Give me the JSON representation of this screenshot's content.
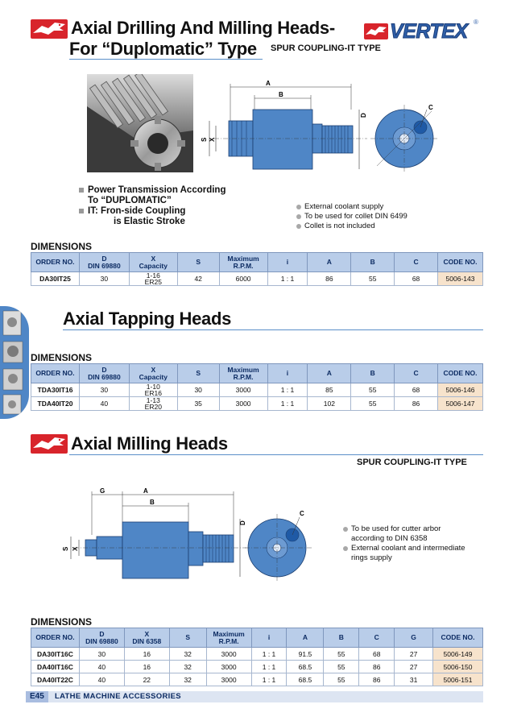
{
  "brand": {
    "name": "VERTEX",
    "registered": "®"
  },
  "section1": {
    "title_line1": "Axial Drilling And Milling Heads-",
    "title_line2": "For “Duplomatic” Type",
    "subtitle": "SPUR COUPLING-IT TYPE",
    "dim_labels": [
      "A",
      "B",
      "D",
      "S",
      "X",
      "C"
    ],
    "features": [
      "Power Transmission According",
      "To “DUPLOMATIC”",
      "IT: Fron-side Coupling",
      "is Elastic Stroke"
    ],
    "notes": [
      "External coolant supply",
      "To be used for collet DIN 6499",
      "Collet is not included"
    ],
    "table_title": "DIMENSIONS",
    "headers": [
      [
        "ORDER NO."
      ],
      [
        "D",
        "DIN 69880"
      ],
      [
        "X",
        "Capacity"
      ],
      [
        "S"
      ],
      [
        "Maximum",
        "R.P.M."
      ],
      [
        "i"
      ],
      [
        "A"
      ],
      [
        "B"
      ],
      [
        "C"
      ],
      [
        "CODE NO."
      ]
    ],
    "rows": [
      [
        "DA30IT25",
        "30",
        "1-16|ER25",
        "42",
        "6000",
        "1 : 1",
        "86",
        "55",
        "68",
        "5006-143"
      ]
    ]
  },
  "section2": {
    "title": "Axial Tapping Heads",
    "table_title": "DIMENSIONS",
    "headers": [
      [
        "ORDER NO."
      ],
      [
        "D",
        "DIN 69880"
      ],
      [
        "X",
        "Capacity"
      ],
      [
        "S"
      ],
      [
        "Maximum",
        "R.P.M."
      ],
      [
        "i"
      ],
      [
        "A"
      ],
      [
        "B"
      ],
      [
        "C"
      ],
      [
        "CODE NO."
      ]
    ],
    "rows": [
      [
        "TDA30IT16",
        "30",
        "1-10|ER16",
        "30",
        "3000",
        "1 : 1",
        "85",
        "55",
        "68",
        "5006-146"
      ],
      [
        "TDA40IT20",
        "40",
        "1-13|ER20",
        "35",
        "3000",
        "1 : 1",
        "102",
        "55",
        "86",
        "5006-147"
      ]
    ]
  },
  "section3": {
    "title": "Axial Milling Heads",
    "subtitle": "SPUR COUPLING-IT TYPE",
    "dim_labels": [
      "G",
      "A",
      "B",
      "D",
      "S",
      "X",
      "C"
    ],
    "notes": [
      "To be used for cutter arbor",
      "according to DIN 6358",
      "External coolant and intermediate",
      "rings supply"
    ],
    "table_title": "DIMENSIONS",
    "headers": [
      [
        "ORDER NO."
      ],
      [
        "D",
        "DIN 69880"
      ],
      [
        "X",
        "DIN 6358"
      ],
      [
        "S"
      ],
      [
        "Maximum",
        "R.P.M."
      ],
      [
        "i"
      ],
      [
        "A"
      ],
      [
        "B"
      ],
      [
        "C"
      ],
      [
        "G"
      ],
      [
        "CODE NO."
      ]
    ],
    "rows": [
      [
        "DA30IT16C",
        "30",
        "16",
        "32",
        "3000",
        "1 : 1",
        "91.5",
        "55",
        "68",
        "27",
        "5006-149"
      ],
      [
        "DA40IT16C",
        "40",
        "16",
        "32",
        "3000",
        "1 : 1",
        "68.5",
        "55",
        "86",
        "27",
        "5006-150"
      ],
      [
        "DA40IT22C",
        "40",
        "22",
        "32",
        "3000",
        "1 : 1",
        "68.5",
        "55",
        "86",
        "31",
        "5006-151"
      ]
    ]
  },
  "footer": {
    "page": "E45",
    "text": "LATHE MACHINE ACCESSORIES"
  },
  "colors": {
    "accent_red": "#d8242b",
    "title_rule": "#5a8fc8",
    "table_header": "#b9cde9",
    "code_cell": "#f7e3cc",
    "drawing_blue": "#4f86c6"
  }
}
